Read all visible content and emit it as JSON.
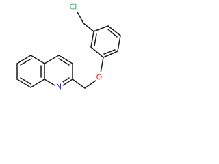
{
  "molecule": {
    "atoms": {
      "chlorine": {
        "label": "Cl",
        "color": "#2db84c"
      },
      "oxygen": {
        "label": "O",
        "color": "#ff1a1a"
      },
      "nitrogen": {
        "label": "N",
        "color": "#2a2aff"
      }
    },
    "bond_color": "#1a1a1a",
    "background": "#ffffff"
  }
}
